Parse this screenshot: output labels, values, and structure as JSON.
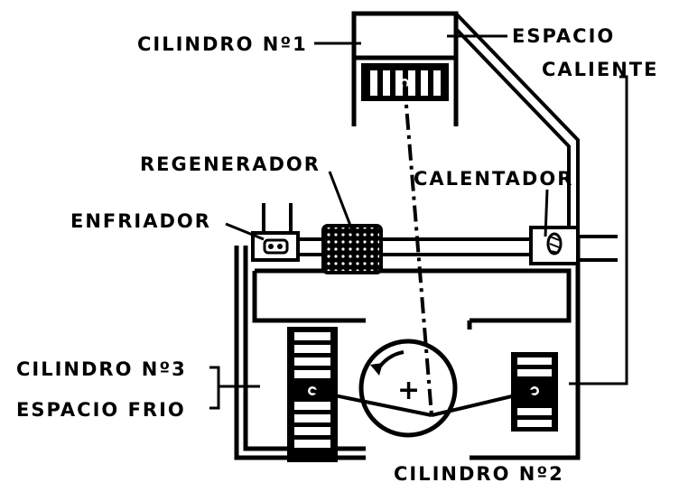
{
  "labels": {
    "cilindro1": "CILINDRO Nº1",
    "espacio": "ESPACIO",
    "caliente": "CALIENTE",
    "regenerador": "REGENERADOR",
    "calentador": "CALENTADOR",
    "enfriador": "ENFRIADOR",
    "cilindro3": "CILINDRO Nº3",
    "espacio_frio": "ESPACIO FRIO",
    "cilindro2": "CILINDRO Nº2",
    "plus": "+"
  },
  "colors": {
    "ink": "#000000",
    "paper": "#ffffff"
  }
}
